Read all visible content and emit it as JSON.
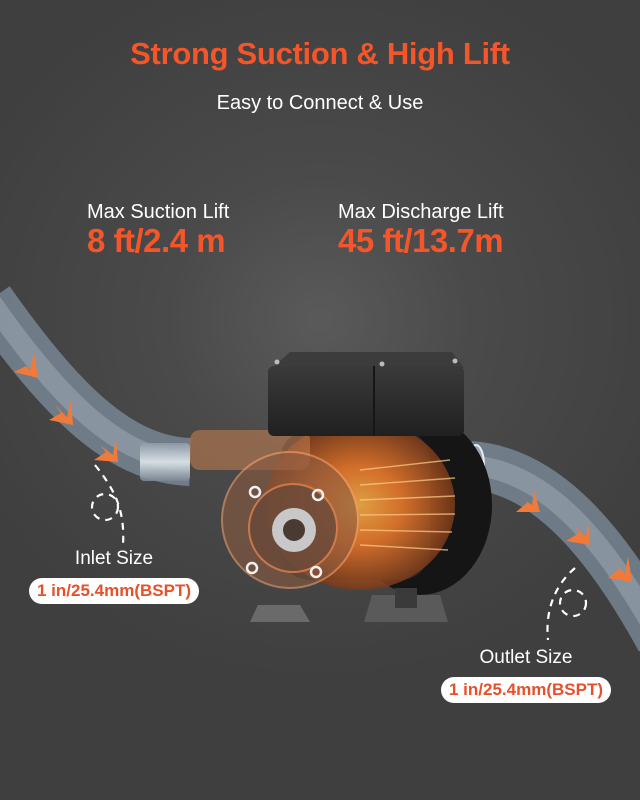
{
  "header": {
    "title": "Strong Suction & High Lift",
    "subtitle": "Easy to Connect & Use"
  },
  "specs": [
    {
      "label": "Max Suction Lift",
      "value": "8 ft/2.4 m"
    },
    {
      "label": "Max Discharge Lift",
      "value": "45 ft/13.7m"
    }
  ],
  "inlet": {
    "label": "Inlet Size",
    "value": "1 in/25.4mm(BSPT)"
  },
  "outlet": {
    "label": "Outlet Size",
    "value": "1 in/25.4mm(BSPT)"
  },
  "colors": {
    "accent": "#f4562a",
    "background": "#3f3f3f",
    "hose": "#8a9aaa",
    "flow_arrow": "#f07a3a"
  }
}
